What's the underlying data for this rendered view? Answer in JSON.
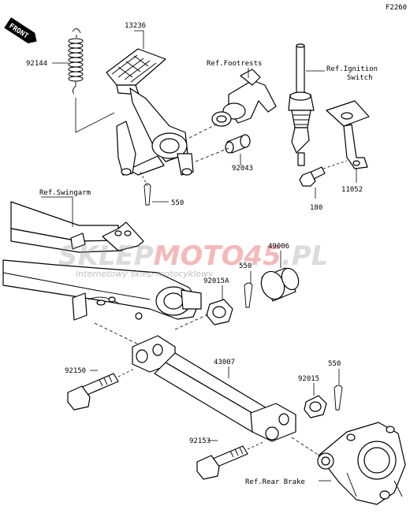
{
  "figure_code": "F2260",
  "front_badge": "FRONT",
  "watermark": {
    "brand_a": "SKLEP",
    "brand_b": "MOTO",
    "brand_c": "45",
    "brand_d": ".PL",
    "tagline": "internetowy sklep motocyklowy",
    "color_gray": "#9a9a9a",
    "color_red": "#e23a3a"
  },
  "labels": {
    "p92144": "92144",
    "p13236": "13236",
    "ref_footrests": "Ref.Footrests",
    "ref_ignition_1": "Ref.Ignition",
    "ref_ignition_2": "Switch",
    "p92043": "92043",
    "p550_a": "550",
    "p11052": "11052",
    "p180": "180",
    "ref_swingarm": "Ref.Swingarm",
    "p49006": "49006",
    "p550_b": "550",
    "p92015A": "92015A",
    "p43007": "43007",
    "p92150": "92150",
    "p92015": "92015",
    "p550_c": "550",
    "p92153": "92153",
    "ref_rear_brake": "Ref.Rear Brake"
  }
}
